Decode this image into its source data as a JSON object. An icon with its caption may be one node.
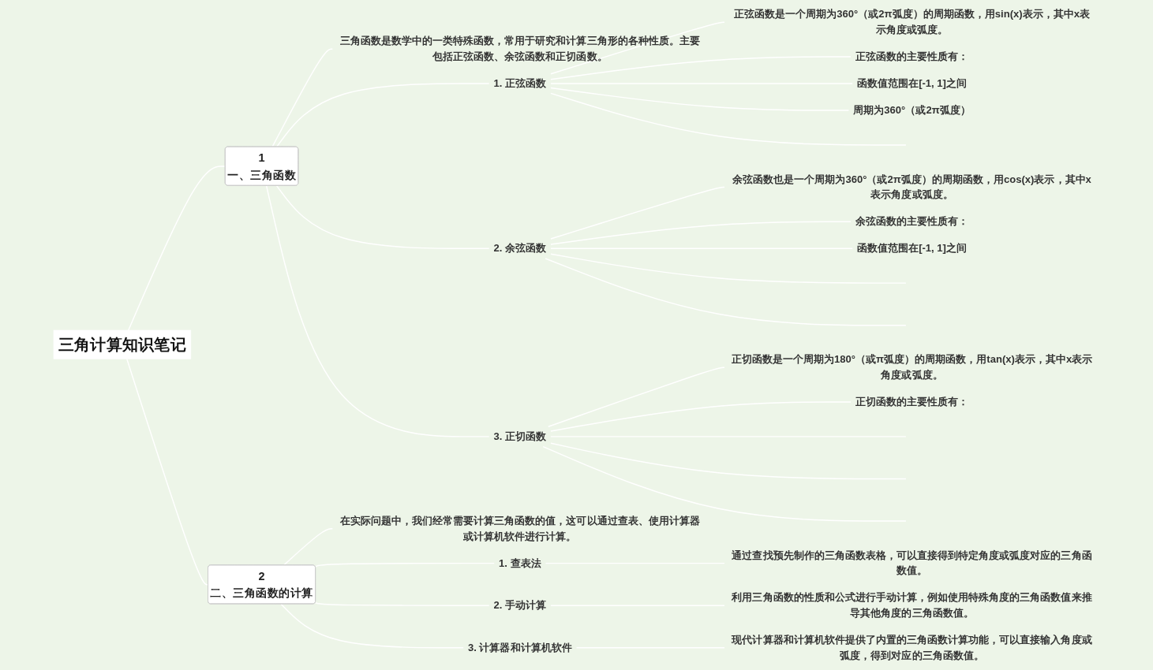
{
  "diagram": {
    "nodes": [
      {
        "text": [
          "三角计算知识笔记"
        ]
      },
      {
        "text": [
          "1",
          "一、三角函数"
        ]
      },
      {
        "text": [
          "三角函数是数学中的一类特殊函数，常用于研究和计算三角形的各种性质。主要包括正弦函数、余弦函数和正切函数。"
        ]
      },
      {
        "text": [
          "1. 正弦函数"
        ]
      },
      {
        "text": [
          "正弦函数是一个周期为360°（或2π弧度）的周期函数，用sin(x)表示，其中x表示角度或弧度。"
        ]
      },
      {
        "text": [
          "正弦函数的主要性质有："
        ]
      },
      {
        "text": [
          "函数值范围在[-1, 1]之间"
        ]
      },
      {
        "text": [
          "周期为360°（或2π弧度）"
        ]
      },
      {
        "text": [
          "2. 余弦函数"
        ]
      },
      {
        "text": [
          "余弦函数也是一个周期为360°（或2π弧度）的周期函数，用cos(x)表示，其中x表示角度或弧度。"
        ]
      },
      {
        "text": [
          "余弦函数的主要性质有："
        ]
      },
      {
        "text": [
          "函数值范围在[-1, 1]之间"
        ]
      },
      {
        "text": [
          "3. 正切函数"
        ]
      },
      {
        "text": [
          "正切函数是一个周期为180°（或π弧度）的周期函数，用tan(x)表示，其中x表示角度或弧度。"
        ]
      },
      {
        "text": [
          "正切函数的主要性质有："
        ]
      },
      {
        "text": [
          "2",
          "二、三角函数的计算"
        ]
      },
      {
        "text": [
          "在实际问题中，我们经常需要计算三角函数的值，这可以通过查表、使用计算器或计算机软件进行计算。"
        ]
      },
      {
        "text": [
          "1. 查表法"
        ]
      },
      {
        "text": [
          "通过查找预先制作的三角函数表格，可以直接得到特定角度或弧度对应的三角函数值。"
        ]
      },
      {
        "text": [
          "2. 手动计算"
        ]
      },
      {
        "text": [
          "利用三角函数的性质和公式进行手动计算，例如使用特殊角度的三角函数值来推导其他角度的三角函数值。"
        ]
      },
      {
        "text": [
          "3. 计算器和计算机软件"
        ]
      },
      {
        "text": [
          "现代计算器和计算机软件提供了内置的三角函数计算功能，可以直接输入角度或弧度，得到对应的三角函数值。"
        ]
      }
    ],
    "edges": [
      {
        "from": 0,
        "to": 1,
        "arrow": "none"
      },
      {
        "from": 1,
        "to": 2,
        "arrow": "none"
      },
      {
        "from": 1,
        "to": 3,
        "arrow": "none"
      },
      {
        "from": 3,
        "to": 4,
        "arrow": "none"
      },
      {
        "from": 3,
        "to": 5,
        "arrow": "none"
      },
      {
        "from": 3,
        "to": 6,
        "arrow": "none"
      },
      {
        "from": 3,
        "to": 7,
        "arrow": "none"
      },
      {
        "from": 3,
        "to": null,
        "arrow": "none"
      },
      {
        "from": 1,
        "to": 8,
        "arrow": "none"
      },
      {
        "from": 8,
        "to": 9,
        "arrow": "none"
      },
      {
        "from": 8,
        "to": 10,
        "arrow": "none"
      },
      {
        "from": 8,
        "to": 11,
        "arrow": "none"
      },
      {
        "from": 8,
        "to": null,
        "arrow": "none"
      },
      {
        "from": 8,
        "to": null,
        "arrow": "none"
      },
      {
        "from": 1,
        "to": 12,
        "arrow": "none"
      },
      {
        "from": 12,
        "to": 13,
        "arrow": "none"
      },
      {
        "from": 12,
        "to": 14,
        "arrow": "none"
      },
      {
        "from": 12,
        "to": null,
        "arrow": "none"
      },
      {
        "from": 12,
        "to": null,
        "arrow": "none"
      },
      {
        "from": 12,
        "to": null,
        "arrow": "none"
      },
      {
        "from": 0,
        "to": 15,
        "arrow": "none"
      },
      {
        "from": 15,
        "to": 16,
        "arrow": "none"
      },
      {
        "from": 15,
        "to": 17,
        "arrow": "none"
      },
      {
        "from": 17,
        "to": 18,
        "arrow": "none"
      },
      {
        "from": 15,
        "to": 19,
        "arrow": "none"
      },
      {
        "from": 19,
        "to": 20,
        "arrow": "none"
      },
      {
        "from": 15,
        "to": 21,
        "arrow": "none"
      },
      {
        "from": 21,
        "to": 22,
        "arrow": "none"
      }
    ]
  }
}
